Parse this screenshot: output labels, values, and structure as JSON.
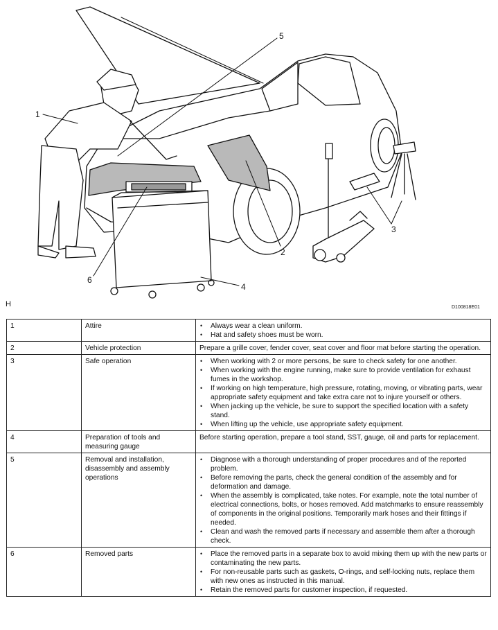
{
  "figure": {
    "callouts": [
      "1",
      "2",
      "3",
      "4",
      "5",
      "6"
    ],
    "corner_label": "H",
    "figure_code": "D100818E01"
  },
  "rows": [
    {
      "num": "1",
      "topic": "Attire",
      "type": "bullets",
      "items": [
        "Always wear a clean uniform.",
        "Hat and safety shoes must be worn."
      ]
    },
    {
      "num": "2",
      "topic": "Vehicle protection",
      "type": "text",
      "text": "Prepare a grille cover, fender cover, seat cover and floor mat before starting the operation."
    },
    {
      "num": "3",
      "topic": "Safe operation",
      "type": "bullets",
      "items": [
        "When working with 2 or more persons, be sure to check safety for one another.",
        "When working with the engine running, make sure to provide ventilation for exhaust fumes in the workshop.",
        "If working on high temperature, high pressure, rotating, moving, or vibrating parts, wear appropriate safety equipment and take extra care not to injure yourself or others.",
        "When jacking up the vehicle, be sure to support the specified location with a safety stand.",
        "When lifting up the vehicle, use appropriate safety equipment."
      ]
    },
    {
      "num": "4",
      "topic": "Preparation of tools and measuring gauge",
      "type": "text",
      "text": "Before starting operation, prepare a tool stand, SST, gauge, oil and parts for replacement."
    },
    {
      "num": "5",
      "topic": "Removal and installation, disassembly and assembly operations",
      "type": "bullets",
      "items": [
        "Diagnose with a thorough understanding of proper procedures and of the reported problem.",
        "Before removing the parts, check the general condition of the assembly and for deformation and damage.",
        "When the assembly is complicated, take notes. For example, note the total number of electrical connections, bolts, or hoses removed. Add matchmarks to ensure reassembly of components in the original positions. Temporarily mark hoses and their fittings if needed.",
        "Clean and wash the removed parts if necessary and assemble them after a thorough check."
      ]
    },
    {
      "num": "6",
      "topic": "Removed parts",
      "type": "bullets",
      "items": [
        "Place the removed parts in a separate box to avoid mixing them up with the new parts or contaminating the new parts.",
        "For non-reusable parts such as gaskets, O-rings, and self-locking nuts, replace them with new ones as instructed in this manual.",
        "Retain the removed parts for customer inspection, if requested."
      ]
    }
  ]
}
